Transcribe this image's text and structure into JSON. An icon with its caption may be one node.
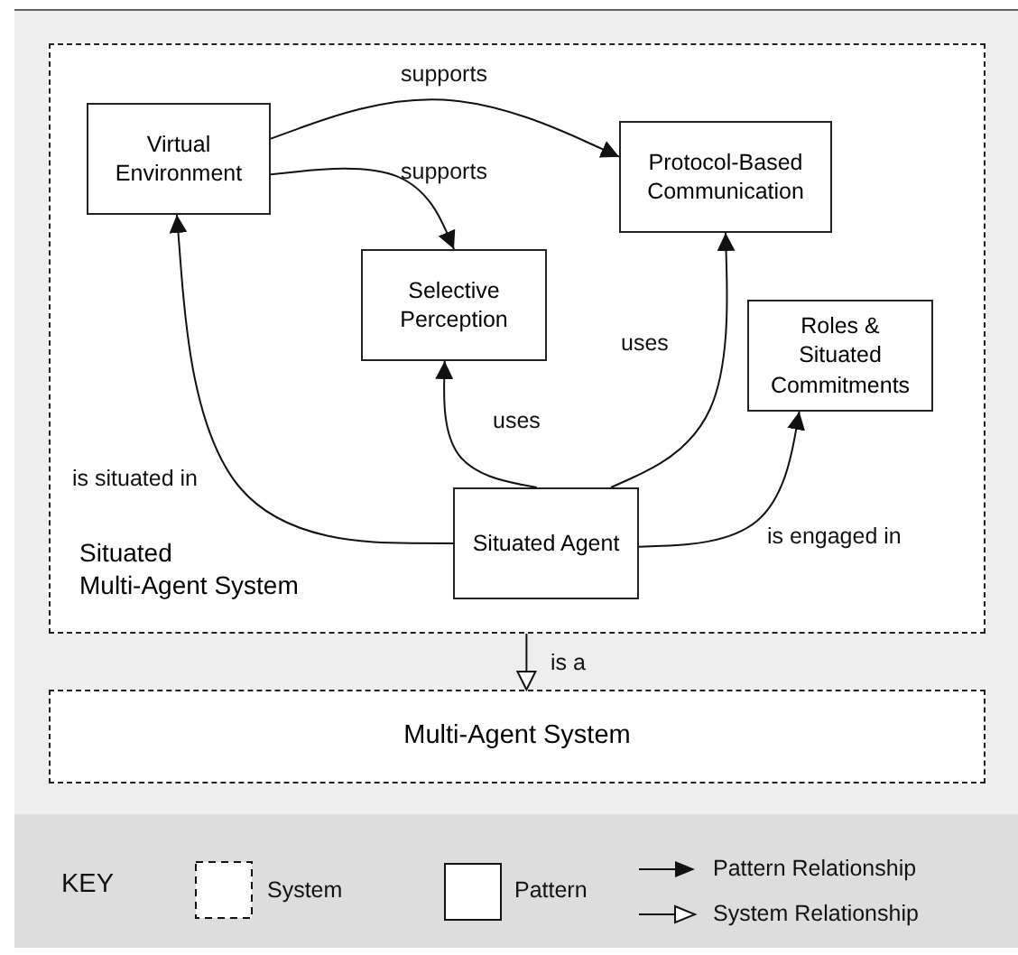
{
  "diagram": {
    "nodes": [
      {
        "text": [
          "Situated Multi-Agent System"
        ]
      },
      {
        "text": [
          "Virtual Environment"
        ],
        "in": 0
      },
      {
        "text": [
          "Protocol-Based Communication"
        ],
        "in": 0
      },
      {
        "text": [
          "Selective Perception"
        ],
        "in": 0
      },
      {
        "text": [
          "Roles & Situated Commitments"
        ],
        "in": 0
      },
      {
        "text": [
          "Situated Agent"
        ],
        "in": 0
      },
      {
        "text": [
          "Multi-Agent System"
        ]
      }
    ],
    "edges": [
      {
        "from": 1,
        "to": 2,
        "arrow": "to",
        "label": "supports"
      },
      {
        "from": 1,
        "to": 3,
        "arrow": "to",
        "label": "supports"
      },
      {
        "from": 5,
        "to": 1,
        "arrow": "to",
        "label": "is situated in"
      },
      {
        "from": 5,
        "to": 3,
        "arrow": "to",
        "label": "uses"
      },
      {
        "from": 5,
        "to": 2,
        "arrow": "to",
        "label": "uses"
      },
      {
        "from": 5,
        "to": 4,
        "arrow": "to",
        "label": "is engaged in"
      },
      {
        "from": 0,
        "to": 6,
        "arrow": "to",
        "label": "is a"
      }
    ],
    "labels": [
      "KEY"
    ],
    "legend": [
      {
        "text": "System"
      },
      {
        "text": "Pattern"
      },
      {
        "text": "Pattern Relationship"
      },
      {
        "text": "System Relationship"
      }
    ]
  }
}
